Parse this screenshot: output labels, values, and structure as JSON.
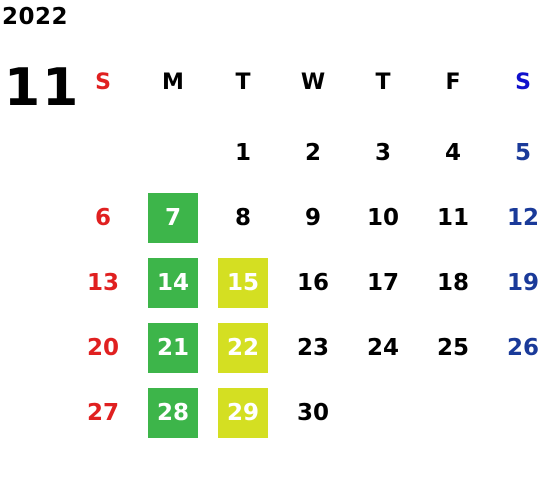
{
  "calendar": {
    "year": "2022",
    "month": "11",
    "weekdays": [
      {
        "label": "S",
        "color": "#e02020"
      },
      {
        "label": "M",
        "color": "#000000"
      },
      {
        "label": "T",
        "color": "#000000"
      },
      {
        "label": "W",
        "color": "#000000"
      },
      {
        "label": "T",
        "color": "#000000"
      },
      {
        "label": "F",
        "color": "#000000"
      },
      {
        "label": "S",
        "color": "#1010cc"
      }
    ],
    "day_colors": {
      "sunday": "#e02020",
      "weekday": "#000000",
      "saturday": "#1a3a99"
    },
    "highlight_colors": {
      "green": "#3db54a",
      "yellow": "#d4df22"
    },
    "weeks": [
      [
        null,
        null,
        "1",
        "2",
        "3",
        "4",
        "5"
      ],
      [
        "6",
        "7",
        "8",
        "9",
        "10",
        "11",
        "12"
      ],
      [
        "13",
        "14",
        "15",
        "16",
        "17",
        "18",
        "19"
      ],
      [
        "20",
        "21",
        "22",
        "23",
        "24",
        "25",
        "26"
      ],
      [
        "27",
        "28",
        "29",
        "30",
        null,
        null,
        null
      ]
    ],
    "highlights": {
      "green": [
        "7",
        "14",
        "21",
        "28"
      ],
      "yellow": [
        "15",
        "22",
        "29"
      ]
    }
  }
}
